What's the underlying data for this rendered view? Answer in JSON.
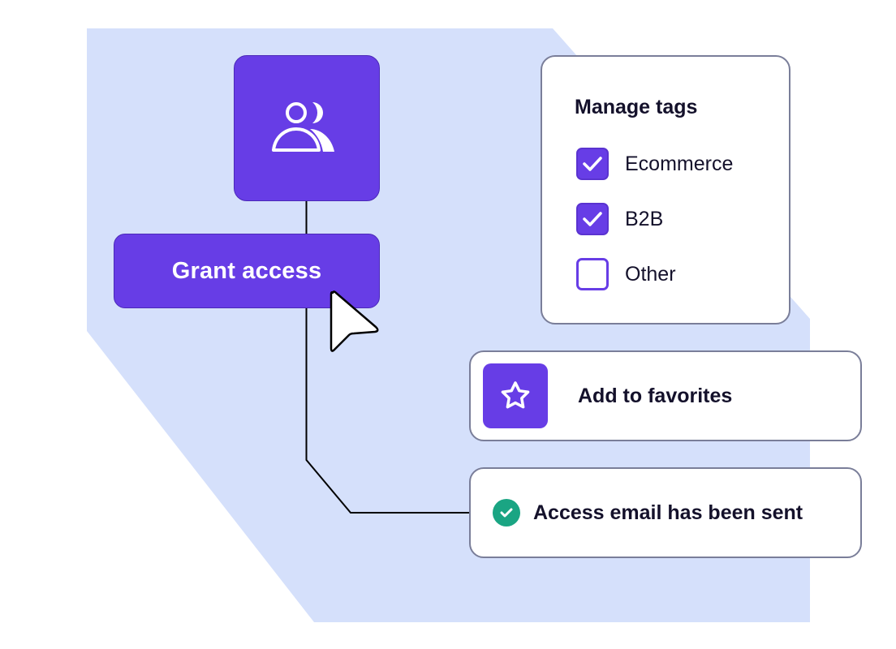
{
  "colors": {
    "background_shape": "#d5e0fb",
    "brand_purple": "#673de6",
    "card_border": "#7a7e99",
    "text_dark": "#14112b",
    "success_green": "#1aa583",
    "connector_line": "#000000"
  },
  "user_tile": {
    "icon": "users-icon"
  },
  "grant_button": {
    "label": "Grant access"
  },
  "tags_panel": {
    "title": "Manage tags",
    "items": [
      {
        "label": "Ecommerce",
        "checked": true
      },
      {
        "label": "B2B",
        "checked": true
      },
      {
        "label": "Other",
        "checked": false
      }
    ]
  },
  "favorites": {
    "icon": "star-icon",
    "label": "Add to favorites"
  },
  "notification": {
    "icon": "check-circle-icon",
    "label": "Access email has been sent"
  },
  "cursor": {
    "icon": "pointer-cursor-icon"
  }
}
